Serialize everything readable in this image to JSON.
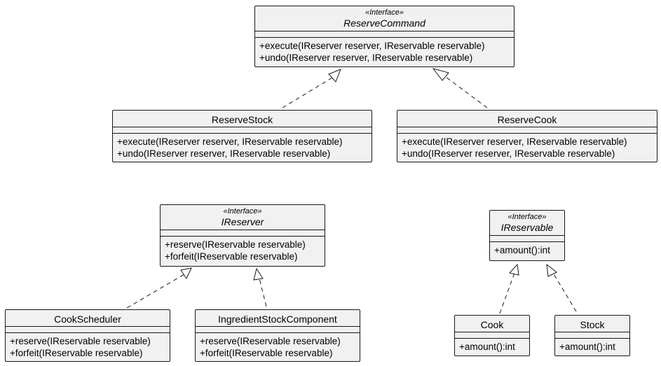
{
  "classes": [
    {
      "id": "reserve-command",
      "stereotype": "«Interface»",
      "name": "ReserveCommand",
      "methods": [
        "+execute(IReserver reserver, IReservable reservable)",
        "+undo(IReserver reserver, IReservable reservable)"
      ]
    },
    {
      "id": "reserve-stock",
      "stereotype": "",
      "name": "ReserveStock",
      "methods": [
        "+execute(IReserver reserver, IReservable reservable)",
        "+undo(IReserver reserver, IReservable reservable)"
      ]
    },
    {
      "id": "reserve-cook",
      "stereotype": "",
      "name": "ReserveCook",
      "methods": [
        "+execute(IReserver reserver, IReservable reservable)",
        "+undo(IReserver reserver, IReservable reservable)"
      ]
    },
    {
      "id": "ireserver",
      "stereotype": "«Interface»",
      "name": "IReserver",
      "methods": [
        "+reserve(IReservable reservable)",
        "+forfeit(IReservable reservable)"
      ]
    },
    {
      "id": "ireservable",
      "stereotype": "«Interface»",
      "name": "IReservable",
      "methods": [
        "+amount():int"
      ]
    },
    {
      "id": "cook-scheduler",
      "stereotype": "",
      "name": "CookScheduler",
      "methods": [
        "+reserve(IReservable reservable)",
        "+forfeit(IReservable reservable)"
      ]
    },
    {
      "id": "ingredient-stock-component",
      "stereotype": "",
      "name": "IngredientStockComponent",
      "methods": [
        "+reserve(IReservable reservable)",
        "+forfeit(IReservable reservable)"
      ]
    },
    {
      "id": "cook",
      "stereotype": "",
      "name": "Cook",
      "methods": [
        "+amount():int"
      ]
    },
    {
      "id": "stock",
      "stereotype": "",
      "name": "Stock",
      "methods": [
        "+amount():int"
      ]
    }
  ],
  "relations": [
    {
      "from": "reserve-stock",
      "to": "reserve-command",
      "type": "realization"
    },
    {
      "from": "reserve-cook",
      "to": "reserve-command",
      "type": "realization"
    },
    {
      "from": "cook-scheduler",
      "to": "ireserver",
      "type": "realization"
    },
    {
      "from": "ingredient-stock-component",
      "to": "ireserver",
      "type": "realization"
    },
    {
      "from": "cook",
      "to": "ireservable",
      "type": "realization"
    },
    {
      "from": "stock",
      "to": "ireservable",
      "type": "realization"
    }
  ]
}
